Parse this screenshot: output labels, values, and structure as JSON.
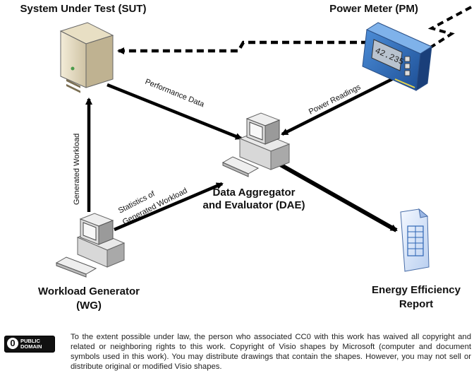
{
  "nodes": {
    "sut": "System Under Test (SUT)",
    "pm": "Power Meter (PM)",
    "dae_line1": "Data Aggregator",
    "dae_line2": "and Evaluator (DAE)",
    "wg_line1": "Workload Generator",
    "wg_line2": "(WG)",
    "report_line1": "Energy Efficiency",
    "report_line2": "Report"
  },
  "edges": {
    "performance": "Performance Data",
    "power": "Power Readings",
    "generated": "Generated Workload",
    "stats_line1": "Statistics of",
    "stats_line2": "Generated Workload"
  },
  "meter_display": "42.235",
  "cc_badge": {
    "symbol": "0",
    "line1": "PUBLIC",
    "line2": "DOMAIN"
  },
  "footer_text": "To the extent possible under law, the person who associated CC0 with this work has waived all copyright and related or neighboring rights to this work. Copyright of Visio shapes by Microsoft (computer and document symbols used in this work). You may distribute drawings that contain the shapes. However, you may not sell or distribute original or modified Visio shapes."
}
